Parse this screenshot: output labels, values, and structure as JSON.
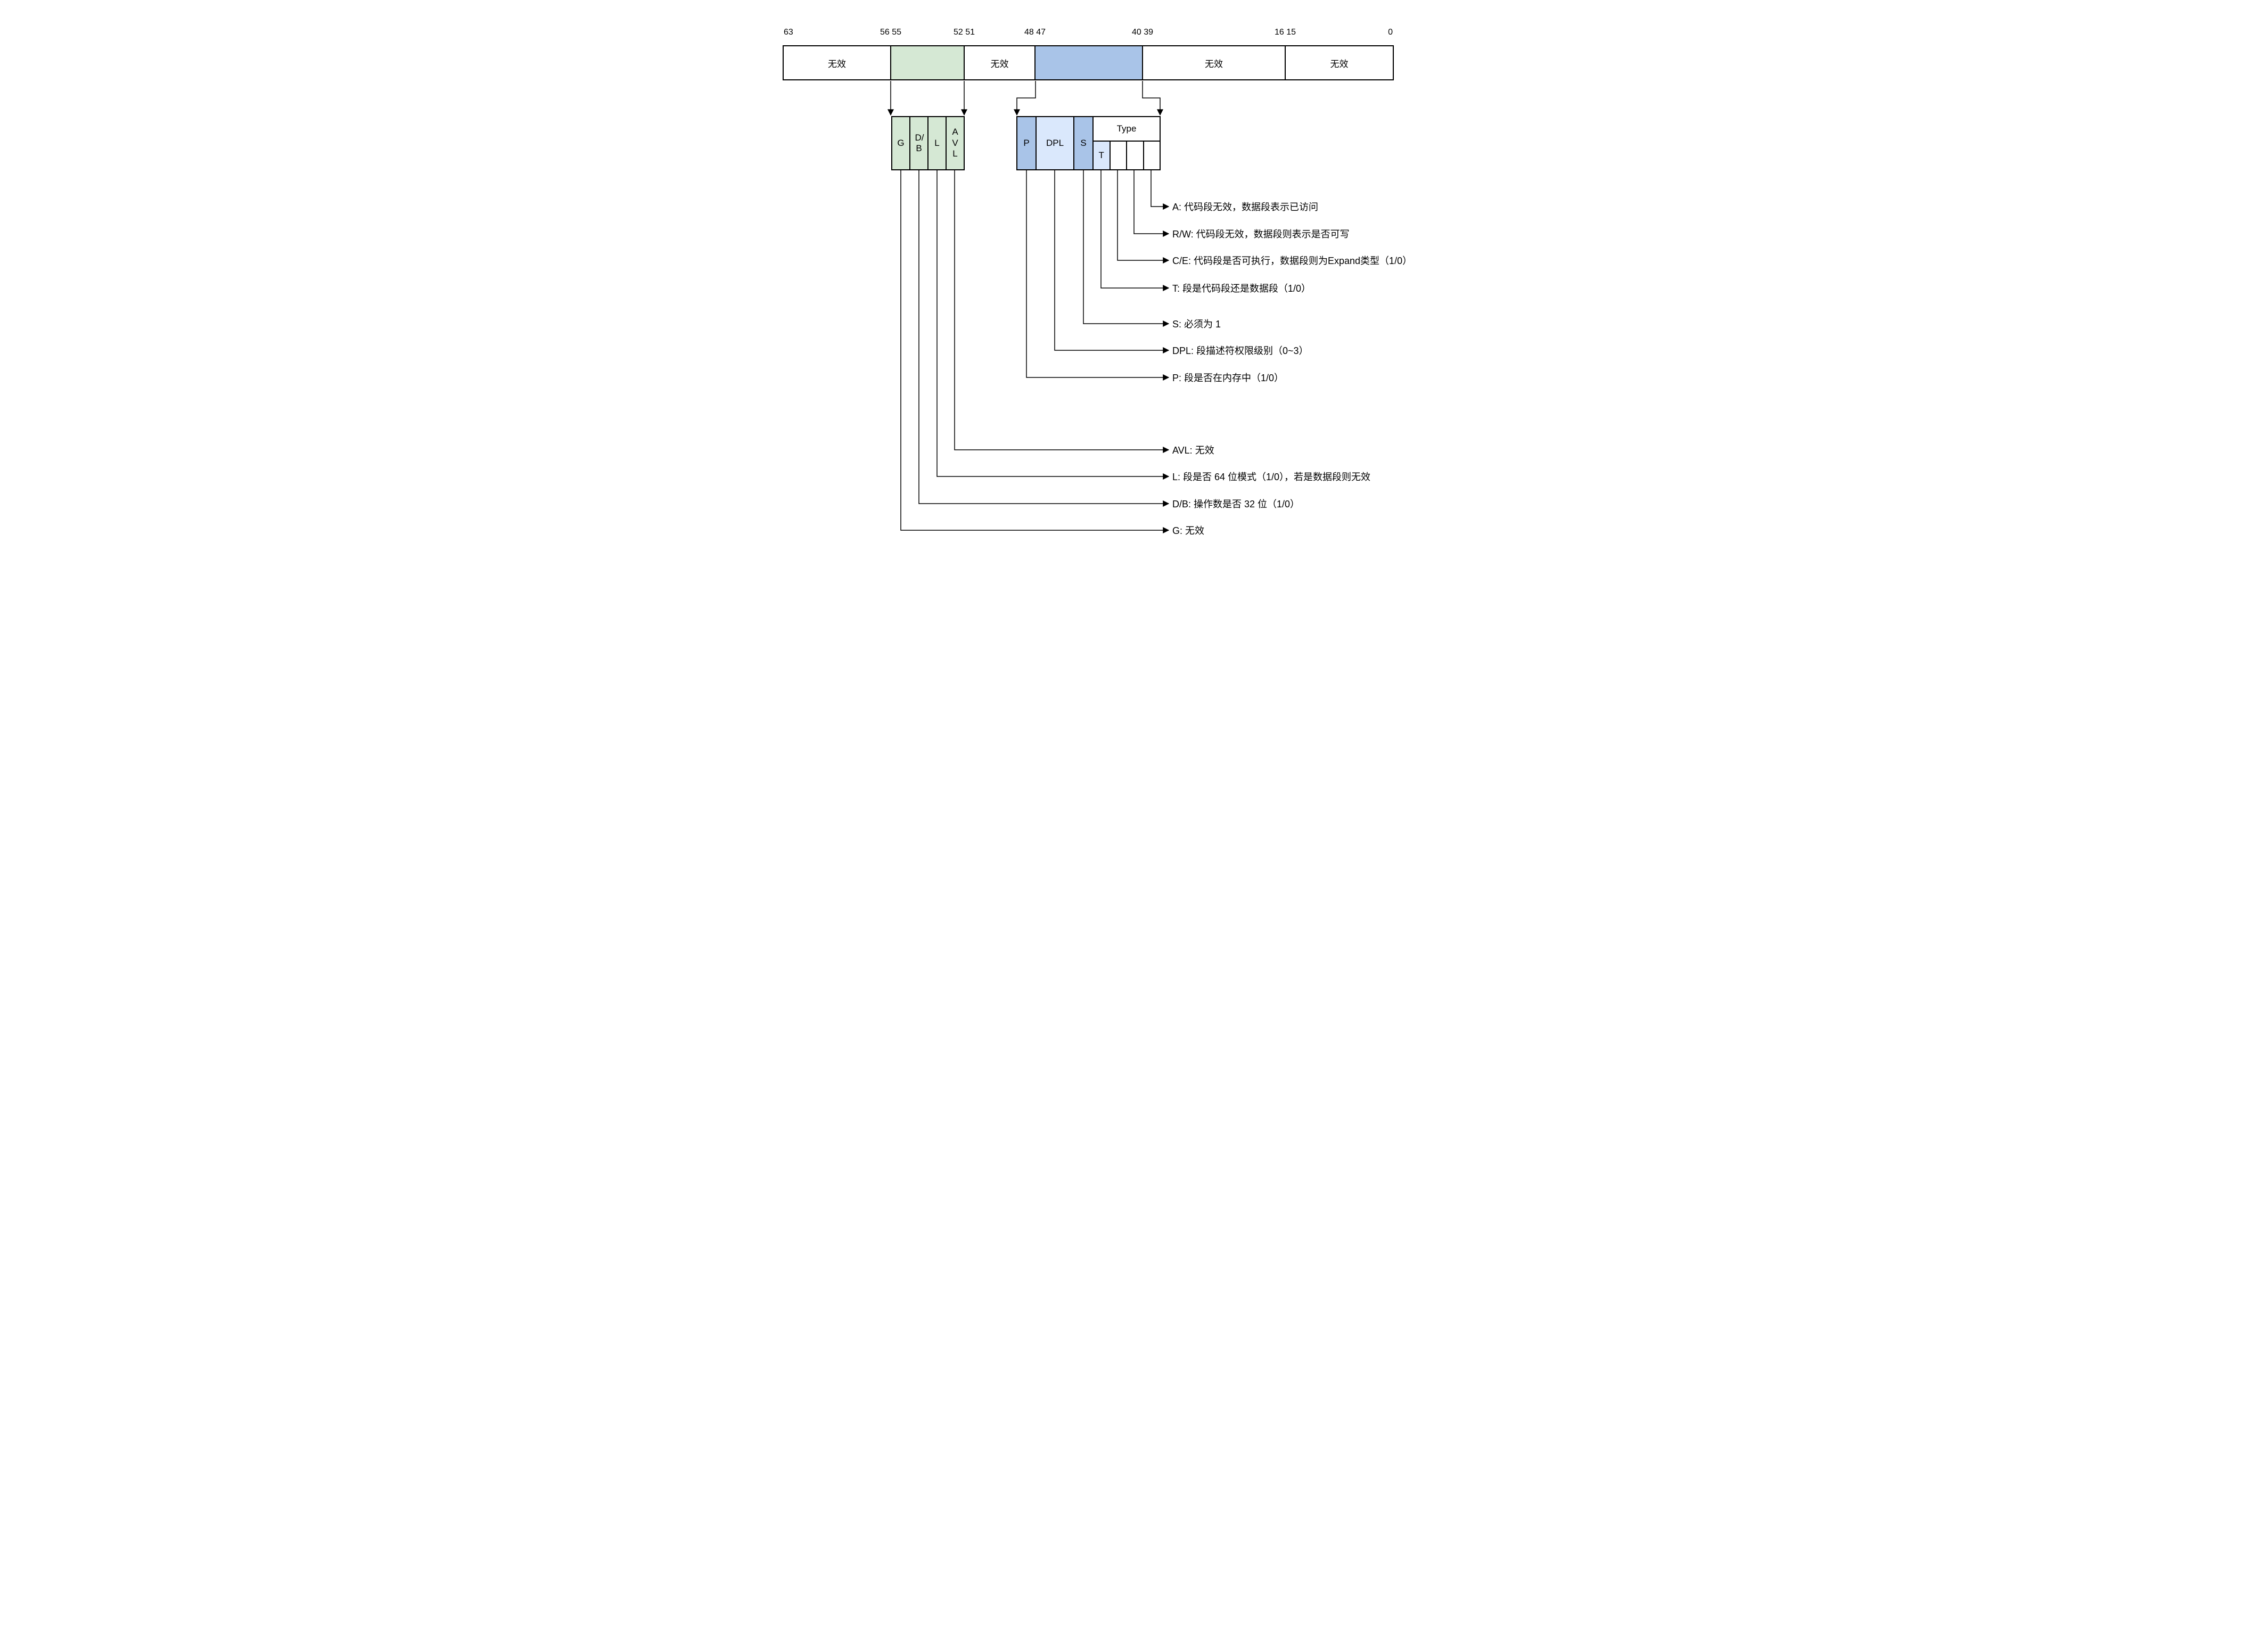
{
  "colors": {
    "green_fill": "#d5e8d4",
    "blue_fill": "#a9c4e8",
    "light_blue_fill": "#dae8fc",
    "line": "#000000",
    "background": "#ffffff"
  },
  "bit_labels": [
    "63",
    "56 55",
    "52 51",
    "48 47",
    "40 39",
    "16 15",
    "0"
  ],
  "main_bar": {
    "segments": [
      {
        "label": "无效",
        "fill": "white"
      },
      {
        "label": "",
        "fill": "green"
      },
      {
        "label": "无效",
        "fill": "white"
      },
      {
        "label": "",
        "fill": "blue"
      },
      {
        "label": "无效",
        "fill": "white"
      },
      {
        "label": "无效",
        "fill": "white"
      }
    ]
  },
  "flags_box": {
    "cells": [
      {
        "label": "G"
      },
      {
        "label": "D/B"
      },
      {
        "label": "L"
      },
      {
        "label": "AVL"
      }
    ]
  },
  "access_box": {
    "p_label": "P",
    "dpl_label": "DPL",
    "s_label": "S",
    "type_label": "Type",
    "t_label": "T"
  },
  "annotations": [
    {
      "label": "A: 代码段无效，数据段表示已访问"
    },
    {
      "label": "R/W: 代码段无效，数据段则表示是否可写"
    },
    {
      "label": "C/E: 代码段是否可执行，数据段则为Expand类型（1/0）"
    },
    {
      "label": "T: 段是代码段还是数据段（1/0）"
    },
    {
      "label": "S: 必须为 1"
    },
    {
      "label": "DPL: 段描述符权限级别（0~3）"
    },
    {
      "label": "P: 段是否在内存中（1/0）"
    },
    {
      "label": "AVL: 无效"
    },
    {
      "label": "L: 段是否 64 位模式（1/0），若是数据段则无效"
    },
    {
      "label": "D/B: 操作数是否 32 位（1/0）"
    },
    {
      "label": "G: 无效"
    }
  ]
}
